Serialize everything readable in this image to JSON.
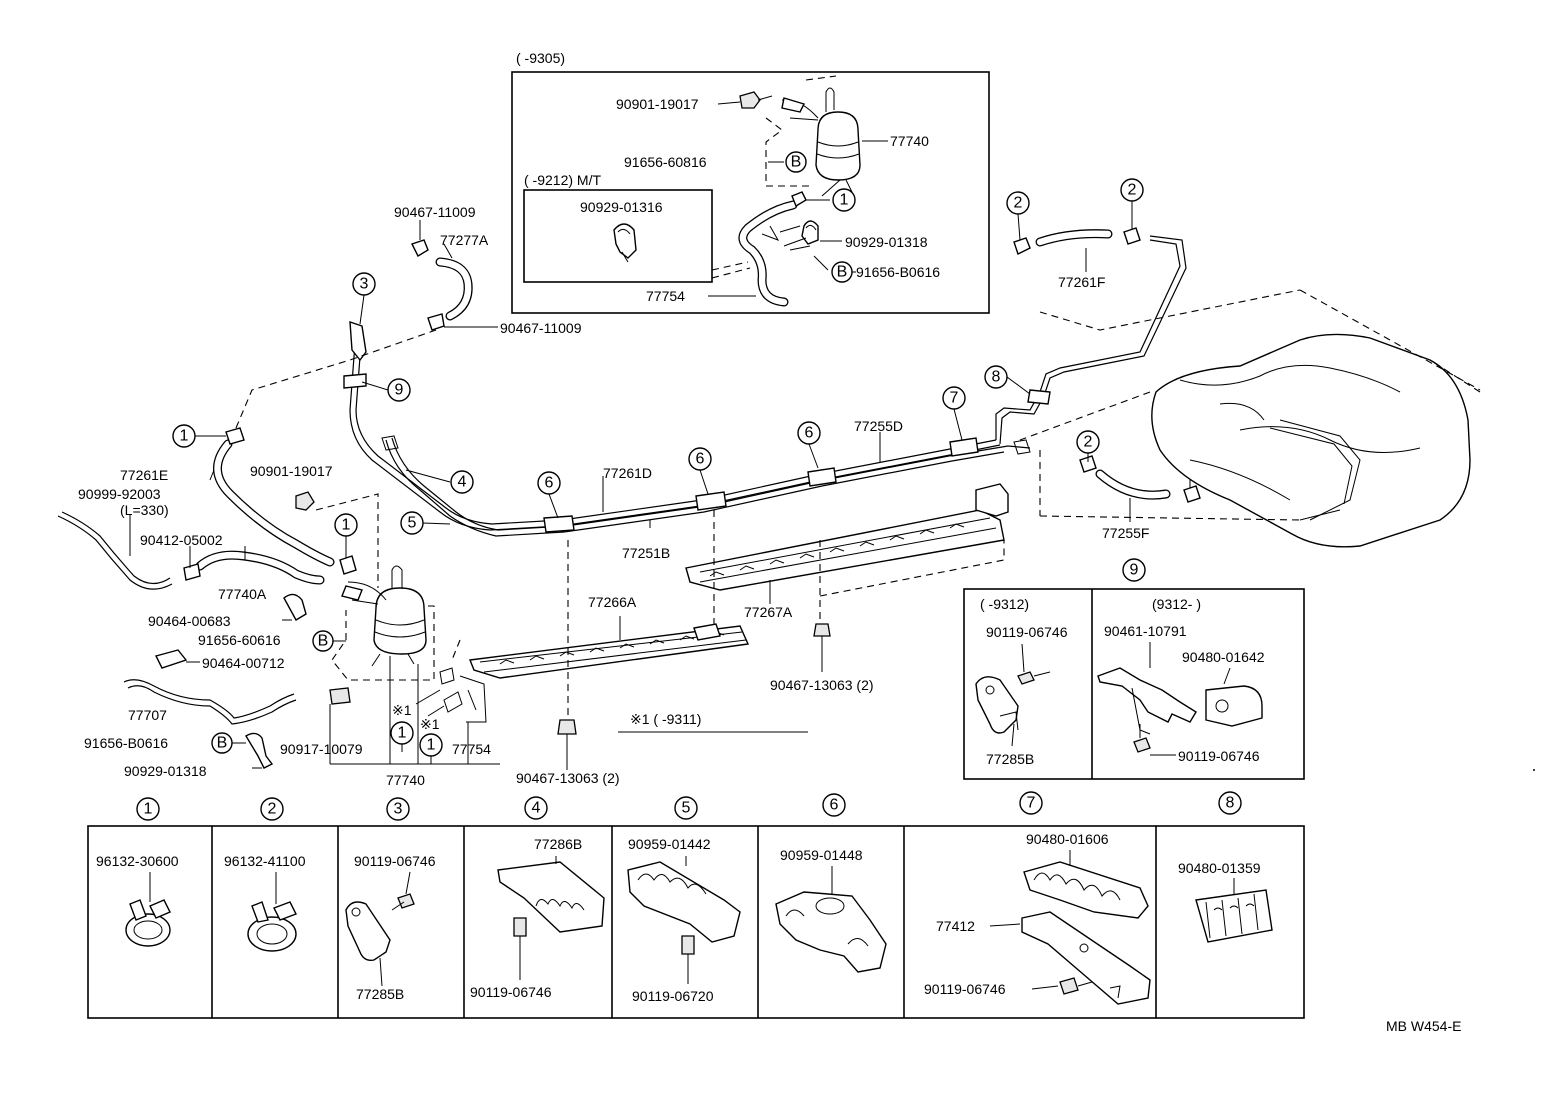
{
  "diagram_code": "MB W454-E",
  "labels": {
    "l_90901_19017_top": "90901-19017",
    "l_77740_top": "77740",
    "l_91656_60816": "91656-60816",
    "l_90929_01316": "90929-01316",
    "l_90929_01318_top": "90929-01318",
    "l_91656_b0616_top": "91656-B0616",
    "l_77754_top": "77754",
    "l_90467_11009_a": "90467-11009",
    "l_77277a": "77277A",
    "l_90467_11009_b": "90467-11009",
    "l_77261f": "77261F",
    "l_77261e": "77261E",
    "l_90999_92003": "90999-92003",
    "l_l330": "(L=330)",
    "l_90901_19017_mid": "90901-19017",
    "l_90412_05002": "90412-05002",
    "l_77740a": "77740A",
    "l_90464_00683": "90464-00683",
    "l_91656_60616": "91656-60616",
    "l_90464_00712": "90464-00712",
    "l_77707": "77707",
    "l_91656_b0616_low": "91656-B0616",
    "l_90929_01318_low": "90929-01318",
    "l_90917_10079": "90917-10079",
    "l_77754_low": "77754",
    "l_77740_low": "77740",
    "l_x1_a": "※1",
    "l_x1_b": "※1",
    "l_77261d": "77261D",
    "l_77251b": "77251B",
    "l_77255d": "77255D",
    "l_77266a": "77266A",
    "l_77267a": "77267A",
    "l_77255f": "77255F",
    "l_90467_13063_a": "90467-13063 (2)",
    "l_90467_13063_b": "90467-13063 (2)",
    "l_note_x1": "※1 (      -9311)",
    "l_ref_b": "B"
  },
  "inset_top": {
    "title": "(        -9305)",
    "sub_title": "(        -9212) M/T"
  },
  "inset_9": {
    "left_title": "(        -9312)",
    "right_title": "(9312-         )",
    "left_parts": [
      "90119-06746",
      "77285B"
    ],
    "right_parts": [
      "90461-10791",
      "90480-01642",
      "90119-06746"
    ]
  },
  "callouts": [
    "1",
    "2",
    "3",
    "4",
    "5",
    "6",
    "7",
    "8",
    "9"
  ],
  "legend": [
    {
      "num": "1",
      "parts": [
        "96132-30600"
      ]
    },
    {
      "num": "2",
      "parts": [
        "96132-41100"
      ]
    },
    {
      "num": "3",
      "parts": [
        "90119-06746",
        "77285B"
      ]
    },
    {
      "num": "4",
      "parts": [
        "77286B",
        "90119-06746"
      ]
    },
    {
      "num": "5",
      "parts": [
        "90959-01442",
        "90119-06720"
      ]
    },
    {
      "num": "6",
      "parts": [
        "90959-01448"
      ]
    },
    {
      "num": "7",
      "parts": [
        "90480-01606",
        "77412",
        "90119-06746"
      ]
    },
    {
      "num": "8",
      "parts": [
        "90480-01359"
      ]
    }
  ]
}
